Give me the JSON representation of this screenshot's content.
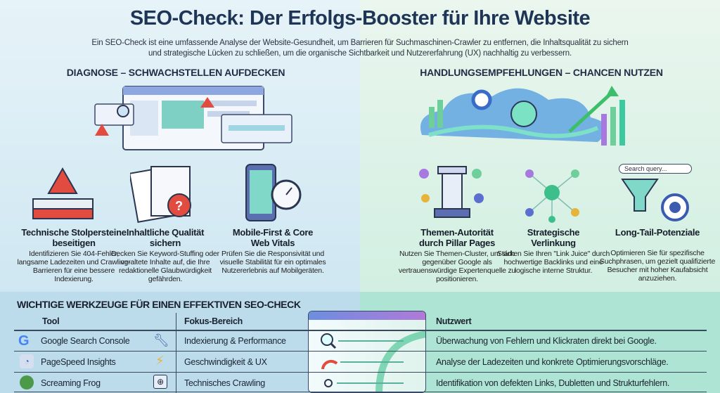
{
  "title": "SEO-Check: Der Erfolgs-Booster für Ihre Website",
  "subtitle": "Ein SEO-Check ist eine umfassende Analyse der Website-Gesundheit, um Barrieren für Suchmaschinen-Crawler zu entfernen, die Inhaltsqualität zu sichern und strategische Lücken zu schließen, um die organische Sichtbarkeit und Nutzererfahrung (UX) nachhaltig zu verbessern.",
  "diagnose": {
    "heading": "DIAGNOSE – SCHWACHSTELLEN AUFDECKEN",
    "cards": [
      {
        "title": "Technische Stolpersteine beseitigen",
        "text": "Identifizieren Sie 404-Fehler, langsame Ladezeiten und Crawling-Barrieren für eine bessere Indexierung.",
        "icon": "roadblock-warning-icon"
      },
      {
        "title": "Inhaltliche Qualität sichern",
        "text": "Decken Sie Keyword-Stuffing oder veraltete Inhalte auf, die Ihre redaktionelle Glaubwürdigkeit gefährden.",
        "icon": "documents-question-icon"
      },
      {
        "title": "Mobile-First & Core Web Vitals",
        "text": "Prüfen Sie die Responsivität und visuelle Stabilität für ein optimales Nutzererlebnis auf Mobilgeräten.",
        "icon": "smartphone-stopwatch-icon"
      }
    ]
  },
  "empfehlungen": {
    "heading": "HANDLUNGSEMPFEHLUNGEN – CHANCEN NUTZEN",
    "cards": [
      {
        "title": "Themen-Autorität durch Pillar Pages",
        "text": "Nutzen Sie Themen-Cluster, um sich gegenüber Google als vertrauenswürdige Expertenquelle zu positionieren.",
        "icon": "pillar-icon"
      },
      {
        "title": "Strategische Verlinkung",
        "text": "Stärken Sie Ihren \"Link Juice\" durch hochwertige Backlinks und eine logische interne Struktur.",
        "icon": "network-icon"
      },
      {
        "title": "Long-Tail-Potenziale",
        "text": "Optimieren Sie für spezifische Suchphrasen, um gezielt qualifizierte Besucher mit hoher Kaufabsicht anzuziehen.",
        "icon": "funnel-target-icon"
      }
    ],
    "search_placeholder": "Search query..."
  },
  "tools": {
    "heading": "WICHTIGE WERKZEUGE FÜR EINEN EFFEKTIVEN SEO-CHECK",
    "columns": [
      "Tool",
      "Fokus-Bereich",
      "Nutzwert"
    ],
    "rows": [
      {
        "tool": "Google Search Console",
        "focus": "Indexierung & Performance",
        "value": "Überwachung von Fehlern und Klickraten direkt bei Google.",
        "tool_icon": "google-icon",
        "focus_icon": "wrench-icon"
      },
      {
        "tool": "PageSpeed Insights",
        "focus": "Geschwindigkeit & UX",
        "value": "Analyse der Ladezeiten und konkrete Optimierungsvorschläge.",
        "tool_icon": "pagespeed-icon",
        "focus_icon": "lightning-icon"
      },
      {
        "tool": "Screaming Frog",
        "focus": "Technisches Crawling",
        "value": "Identifikation von defekten Links, Dubletten und Strukturfehlern.",
        "tool_icon": "frog-icon",
        "focus_icon": "web-globe-icon"
      }
    ]
  },
  "colors": {
    "title": "#1f3556",
    "accent_blue": "#4a78c8",
    "accent_green": "#3cbf8a",
    "warning_red": "#d9413a"
  }
}
